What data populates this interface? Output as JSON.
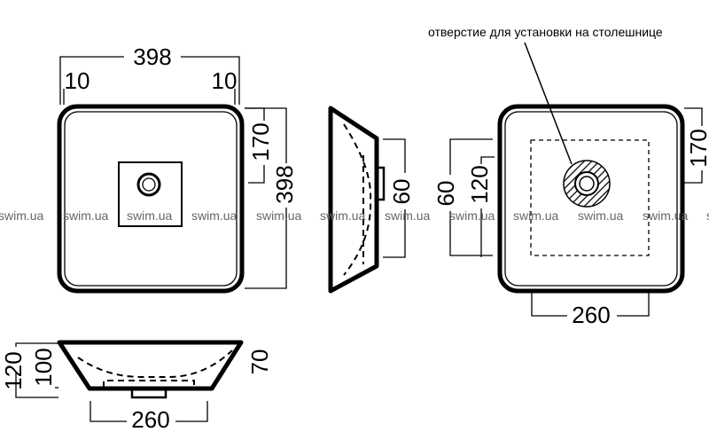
{
  "annotation": "отверстие для установки на столешнице",
  "top_view": {
    "width": "398",
    "rim_left": "10",
    "rim_right": "10",
    "drain_offset": "170",
    "depth": "398"
  },
  "side_view": {
    "drain_height": "60"
  },
  "mount_view": {
    "drain_offset": "170",
    "hole_offset_a": "120",
    "hole_offset_b": "60",
    "base_width": "260"
  },
  "front_view": {
    "total_height": "120",
    "bowl_height": "100",
    "rim_height": "70",
    "base_width": "260"
  },
  "watermark": "swim.ua"
}
